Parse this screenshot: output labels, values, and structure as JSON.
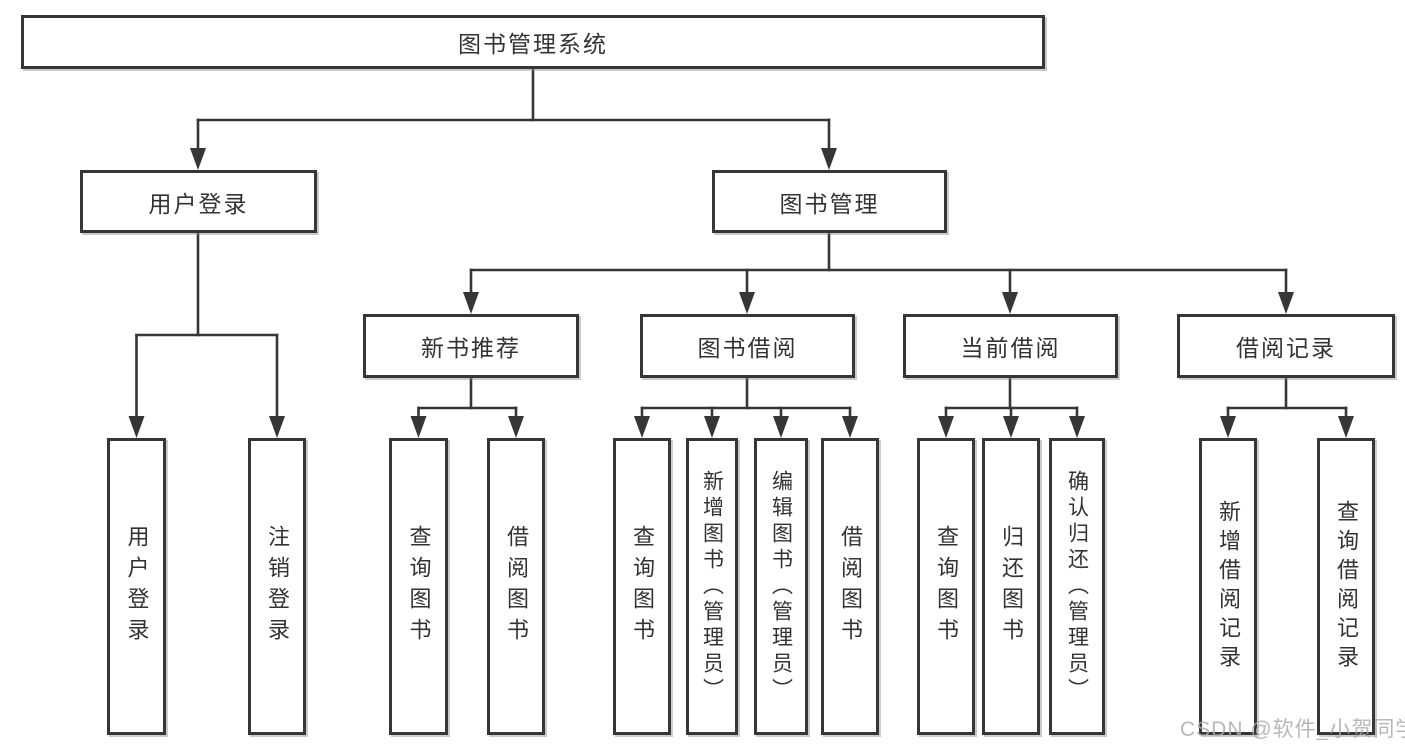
{
  "diagram": {
    "type": "function-structure-tree",
    "tree": {
      "label": "图书管理系统",
      "children": [
        {
          "label": "用户登录",
          "children": [
            {
              "label": "用户登录"
            },
            {
              "label": "注销登录"
            }
          ]
        },
        {
          "label": "图书管理",
          "children": [
            {
              "label": "新书推荐",
              "children": [
                {
                  "label": "查询图书"
                },
                {
                  "label": "借阅图书"
                }
              ]
            },
            {
              "label": "图书借阅",
              "children": [
                {
                  "label": "查询图书"
                },
                {
                  "label": "新增图书（管理员）"
                },
                {
                  "label": "编辑图书（管理员）"
                },
                {
                  "label": "借阅图书"
                }
              ]
            },
            {
              "label": "当前借阅",
              "children": [
                {
                  "label": "查询图书"
                },
                {
                  "label": "归还图书"
                },
                {
                  "label": "确认归还（管理员）"
                }
              ]
            },
            {
              "label": "借阅记录",
              "children": [
                {
                  "label": "新增借阅记录"
                },
                {
                  "label": "查询借阅记录"
                }
              ]
            }
          ]
        }
      ]
    },
    "colors": {
      "line": "#363636",
      "text": "#333333",
      "box_background": "#ffffff",
      "page_background": "#ffffff",
      "watermark": "#acacac"
    }
  },
  "watermark": {
    "text": "CSDN @软件_小贺同学"
  }
}
